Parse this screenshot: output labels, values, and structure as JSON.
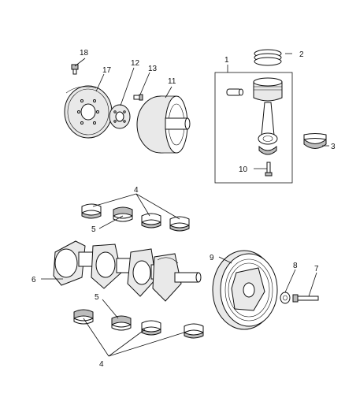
{
  "callouts": {
    "c1": "1",
    "c2": "2",
    "c3": "3",
    "c4a": "4",
    "c4b": "4",
    "c5a": "5",
    "c5b": "5",
    "c6": "6",
    "c7": "7",
    "c8": "8",
    "c9": "9",
    "c10": "10",
    "c11": "11",
    "c12": "12",
    "c13": "13",
    "c17": "17",
    "c18": "18"
  }
}
